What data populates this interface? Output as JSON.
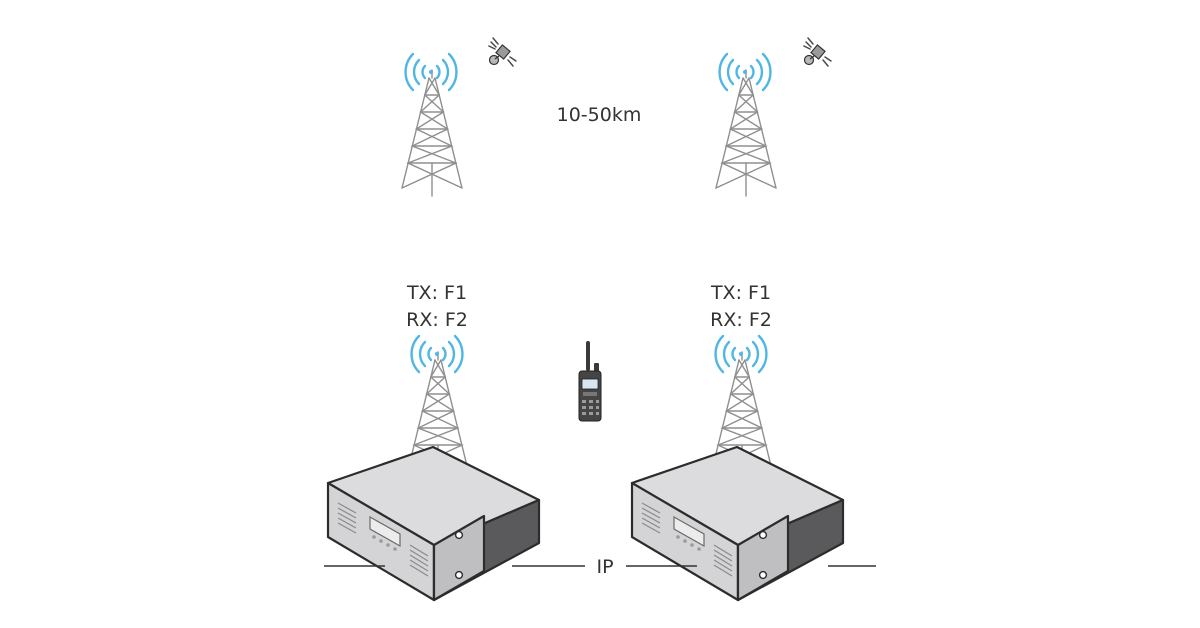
{
  "distance_label": "10-50km",
  "sites": [
    {
      "tx": "TX: F1",
      "rx": "RX: F2"
    },
    {
      "tx": "TX: F1",
      "rx": "RX: F2"
    }
  ],
  "link_label": "IP",
  "colors": {
    "signal_waves": "#4fb6e6",
    "tower_lines": "#8f8f8f",
    "repeater_body": "#c9c9cb",
    "repeater_outline": "#2c2c2c",
    "text": "#333333"
  },
  "icons": [
    "satellite-icon",
    "tower-icon",
    "repeater-icon",
    "handheld-radio-icon"
  ]
}
